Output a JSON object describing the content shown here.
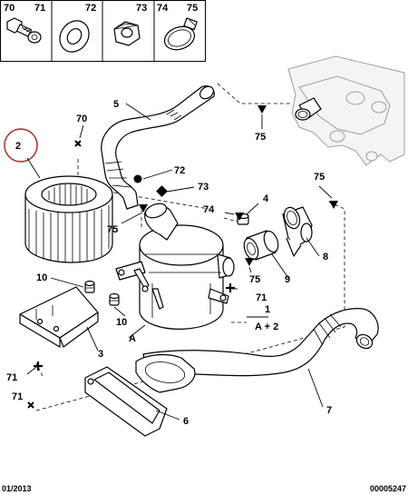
{
  "header_parts": [
    {
      "a": "70",
      "b": "71"
    },
    {
      "a": "72"
    },
    {
      "a": "73"
    },
    {
      "a": "74",
      "b": "75"
    }
  ],
  "callouts": {
    "n1": "1",
    "a_plus_2": "A + 2",
    "n2": "2",
    "n3": "3",
    "n4": "4",
    "n5": "5",
    "n6": "6",
    "n7": "7",
    "n8": "8",
    "n9": "9",
    "n10_upper": "10",
    "n10_lower": "10",
    "n70": "70",
    "n71_right": "71",
    "n71_left_a": "71",
    "n71_left_b": "71",
    "n72": "72",
    "n73": "73",
    "n74": "74",
    "n75_top": "75",
    "n75_left": "75",
    "n75_right_top": "75",
    "n75_mid": "75",
    "ref_a": "A"
  },
  "footer": {
    "date": "01/2013",
    "doc_number": "00005247"
  },
  "highlight_color": "#cc1f1f"
}
